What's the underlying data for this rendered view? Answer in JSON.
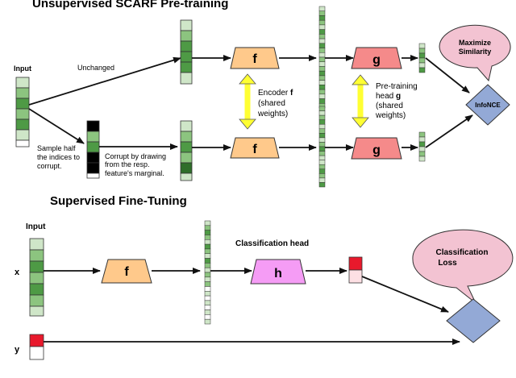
{
  "pretraining": {
    "title": "Unsupervised SCARF Pre-training",
    "input_label": "Input",
    "unchanged_label": "Unchanged",
    "sample_note": [
      "Sample half",
      "the indices to",
      "corrupt."
    ],
    "corrupt_note": [
      "Corrupt by drawing",
      "from the resp.",
      "feature's marginal."
    ],
    "encoder_block": "f",
    "head_block": "g",
    "encoder_note": [
      "Encoder ",
      "f",
      "(shared",
      "weights)"
    ],
    "head_note": [
      "Pre-training",
      "head ",
      "g",
      "(shared",
      "weights)"
    ],
    "loss_label": "InfoNCE",
    "bubble_label": [
      "Maximize",
      "Similarity"
    ]
  },
  "finetuning": {
    "title": "Supervised Fine-Tuning",
    "input_label": "Input",
    "x_label": "x",
    "y_label": "y",
    "encoder_block": "f",
    "head_block": "h",
    "head_title": "Classification head",
    "bubble_label": [
      "Classification",
      "Loss"
    ]
  },
  "colors": {
    "green_dark": "#4e9a45",
    "green_mid": "#8cc47f",
    "green_light": "#cfe6c8",
    "orange": "#ffc98b",
    "red_head": "#f58a8a",
    "magenta": "#f59cf5",
    "yellow": "#ffff33",
    "bubble": "#f3c3d2",
    "diamond": "#93a9d6",
    "red_cell": "#e8192c",
    "pink_cell": "#fde0e4"
  }
}
